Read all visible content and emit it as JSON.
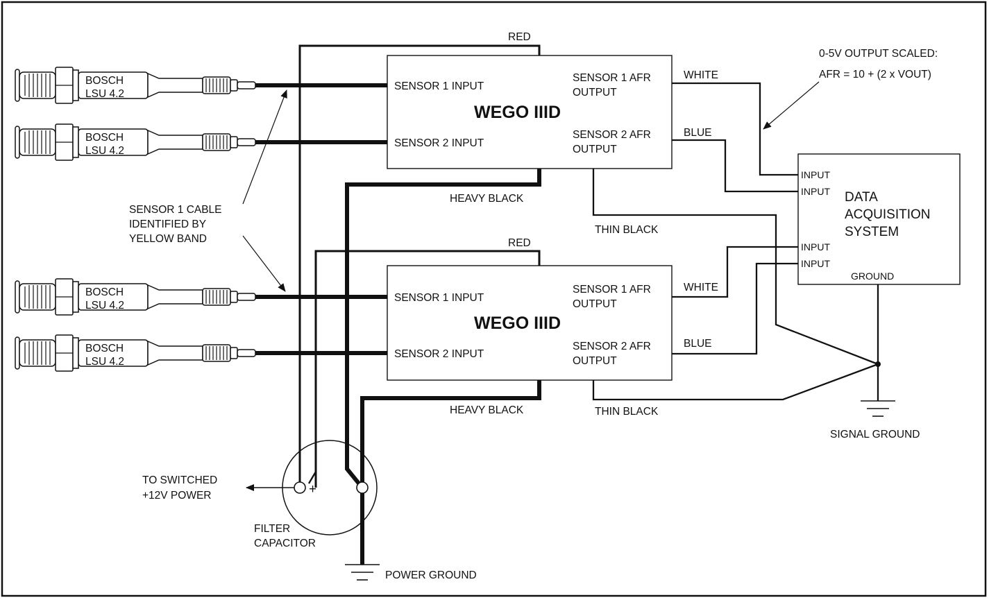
{
  "sensors": {
    "label_line1": "BOSCH",
    "label_line2": "LSU 4.2"
  },
  "controllers": {
    "title": "WEGO IIID",
    "sensor1_input": "SENSOR 1 INPUT",
    "sensor2_input": "SENSOR 2 INPUT",
    "sensor1_afr_line1": "SENSOR 1 AFR",
    "sensor1_afr_line2": "OUTPUT",
    "sensor2_afr_line1": "SENSOR 2 AFR",
    "sensor2_afr_line2": "OUTPUT"
  },
  "wires": {
    "red": "RED",
    "white": "WHITE",
    "blue": "BLUE",
    "heavy_black": "HEAVY BLACK",
    "thin_black": "THIN BLACK"
  },
  "daq": {
    "title_line1": "DATA",
    "title_line2": "ACQUISITION",
    "title_line3": "SYSTEM",
    "input_label": "INPUT",
    "ground_label": "GROUND"
  },
  "annotations": {
    "output_line1": "0-5V OUTPUT SCALED:",
    "output_line2": "AFR = 10 + (2 x VOUT)",
    "cable_line1": "SENSOR 1 CABLE",
    "cable_line2": "IDENTIFIED BY",
    "cable_line3": "YELLOW BAND",
    "power_line1": "TO SWITCHED",
    "power_line2": "+12V POWER",
    "cap_line1": "FILTER",
    "cap_line2": "CAPACITOR",
    "cap_plus": "+",
    "signal_ground": "SIGNAL GROUND",
    "power_ground": "POWER GROUND"
  }
}
